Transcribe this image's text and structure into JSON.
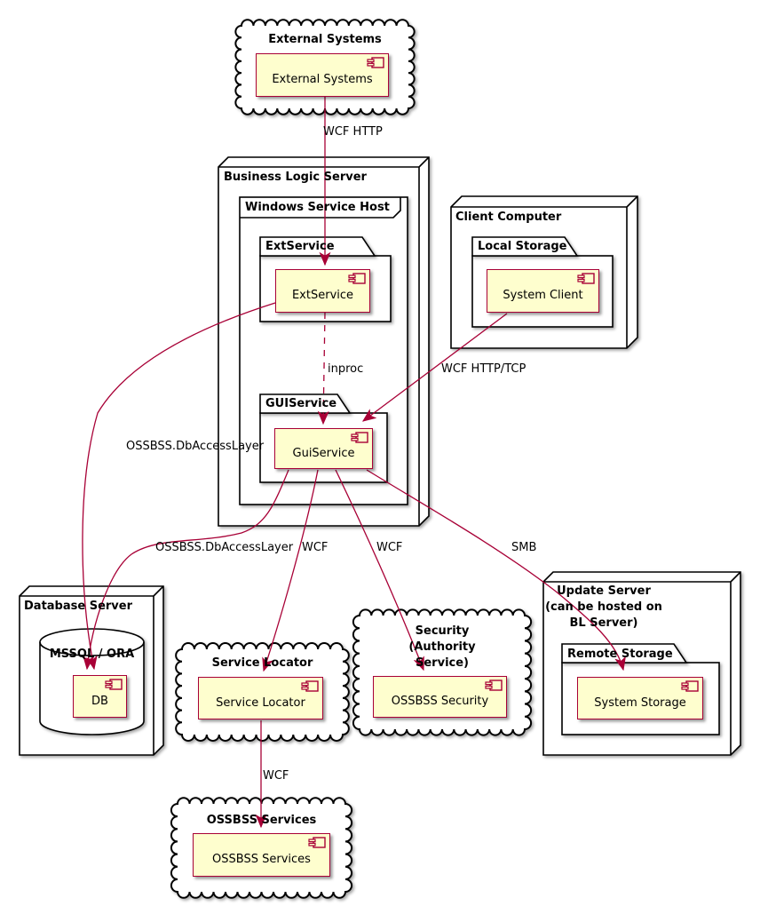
{
  "diagram_type": "deployment-component-diagram",
  "colors": {
    "component_fill": "#FEFECE",
    "component_border": "#A80036",
    "edge": "#A80036",
    "shape_border": "#000000",
    "background": "#FFFFFF"
  },
  "clouds": {
    "external_systems": {
      "title": "External Systems"
    },
    "service_locator": {
      "title": "Service Locator"
    },
    "security": {
      "title_lines": [
        "Security",
        "(Authority",
        "Service)"
      ]
    },
    "ossbss_services": {
      "title": "OSSBSS Services"
    }
  },
  "nodes": {
    "business_logic_server": {
      "title": "Business Logic Server"
    },
    "client_computer": {
      "title": "Client Computer"
    },
    "database_server": {
      "title": "Database Server"
    },
    "update_server": {
      "title_lines": [
        "Update Server",
        "(can be hosted on",
        "BL Server)"
      ]
    }
  },
  "frames": {
    "windows_service_host": {
      "title": "Windows Service Host"
    }
  },
  "packages": {
    "ext_service": {
      "title": "ExtService"
    },
    "gui_service": {
      "title": "GUIService"
    },
    "local_storage": {
      "title": "Local Storage"
    },
    "remote_storage": {
      "title": "Remote Storage"
    }
  },
  "database": {
    "mssql_ora": {
      "title": "MSSQL / ORA"
    }
  },
  "components": {
    "external_systems": {
      "label": "External Systems"
    },
    "ext_service": {
      "label": "ExtService"
    },
    "gui_service": {
      "label": "GuiService"
    },
    "system_client": {
      "label": "System Client"
    },
    "db": {
      "label": "DB"
    },
    "service_locator": {
      "label": "Service Locator"
    },
    "ossbss_security": {
      "label": "OSSBSS Security"
    },
    "system_storage": {
      "label": "System Storage"
    },
    "ossbss_services": {
      "label": "OSSBSS Services"
    }
  },
  "edges": {
    "external_to_extservice": {
      "label": "WCF HTTP"
    },
    "extservice_to_guiservice": {
      "label": "inproc"
    },
    "client_to_guiservice": {
      "label": "WCF HTTP/TCP"
    },
    "extservice_to_db": {
      "label": "OSSBSS.DbAccessLayer"
    },
    "guiservice_to_db": {
      "label": "OSSBSS.DbAccessLayer"
    },
    "guiservice_to_locator": {
      "label": "WCF"
    },
    "guiservice_to_security": {
      "label": "WCF"
    },
    "guiservice_to_storage": {
      "label": "SMB"
    },
    "locator_to_services": {
      "label": "WCF"
    }
  }
}
